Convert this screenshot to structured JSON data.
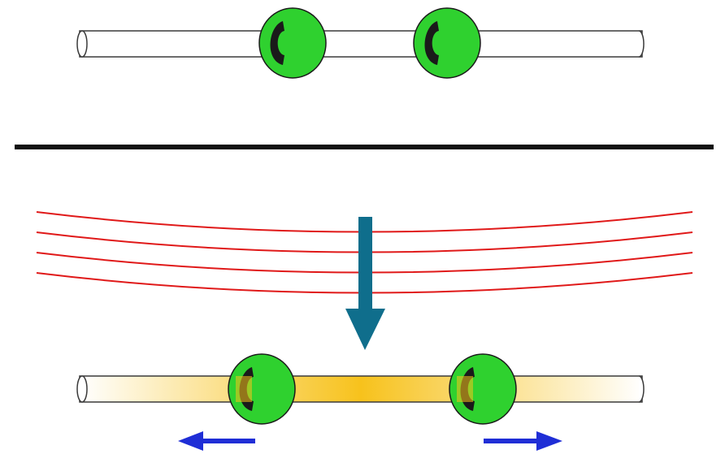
{
  "colors": {
    "background": "#ffffff",
    "rod_outline": "#3a3a3a",
    "rod_fill": "#ffffff",
    "bead_fill": "#2fd12f",
    "bead_outline": "#1a1a1a",
    "bead_hole": "#1a1a1a",
    "divider": "#111111",
    "field_lines": "#e01919",
    "down_arrow": "#0f6e8c",
    "side_arrows": "#1f2ed6",
    "heated_core": "#f7c21c",
    "heated_fade": "#ffffff"
  },
  "icons": {
    "top_beads": "green-bead-icon",
    "bottom_beads": "green-bead-icon",
    "down_arrow": "down-arrow-icon",
    "left_arrow": "left-arrow-icon",
    "right_arrow": "right-arrow-icon"
  },
  "panels": {
    "top": {
      "bead_count": 2,
      "state": "at-rest"
    },
    "bottom": {
      "bead_count": 2,
      "state": "heated",
      "field_line_count": 4
    }
  }
}
